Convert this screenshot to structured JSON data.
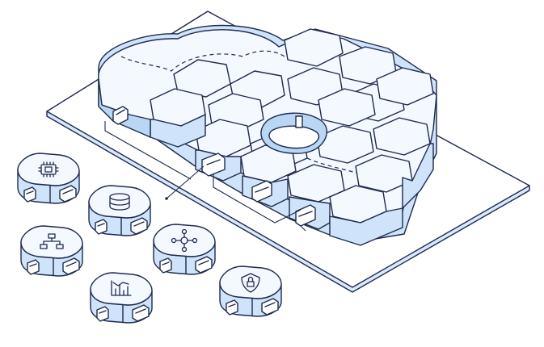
{
  "diagram": {
    "type": "isometric-illustration",
    "colors": {
      "outline": "#1d2b4d",
      "top_face": "#f4f8ff",
      "side_face": "#cfe3fa",
      "side_face_dark": "#b9d6f5",
      "base_plate": "#ffffff",
      "base_plate_edge": "#d9e9fb"
    },
    "base_platform": {
      "label": "",
      "style": "flat plate"
    },
    "cloud_cluster": {
      "shape": "cloud of hexagonal tiles",
      "tile_count": 22,
      "front_ports": 4,
      "center_opening": true
    },
    "modules": [
      {
        "id": "cpu-module",
        "icon": "cpu-chip-icon"
      },
      {
        "id": "database-module",
        "icon": "database-icon"
      },
      {
        "id": "network-module",
        "icon": "network-hierarchy-icon"
      },
      {
        "id": "hub-module",
        "icon": "hub-node-icon"
      },
      {
        "id": "analytics-module",
        "icon": "bar-chart-icon"
      },
      {
        "id": "security-module",
        "icon": "shield-lock-icon"
      }
    ]
  }
}
